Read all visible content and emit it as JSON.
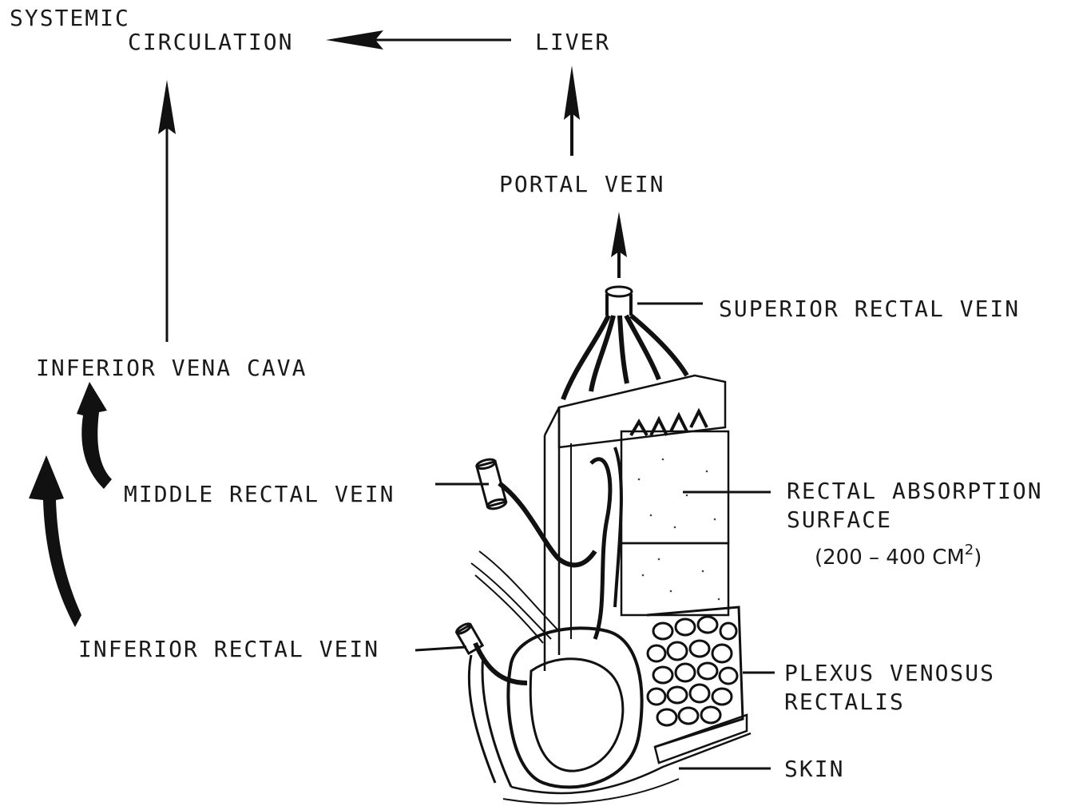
{
  "labels": {
    "systemic": "SYSTEMIC",
    "circulation": "CIRCULATION",
    "liver": "LIVER",
    "portal_vein": "PORTAL VEIN",
    "superior_rectal_vein": "SUPERIOR RECTAL VEIN",
    "inferior_vena_cava": "INFERIOR VENA CAVA",
    "middle_rectal_vein": "MIDDLE RECTAL VEIN",
    "inferior_rectal_vein": "INFERIOR RECTAL VEIN",
    "absorption_line1": "RECTAL ABSORPTION",
    "absorption_line2": "SURFACE",
    "absorption_area": "(200 – 400 CM",
    "absorption_exp": "2",
    "absorption_close": ")",
    "plexus_line1": "PLEXUS VENOSUS",
    "plexus_line2": "RECTALIS",
    "skin": "SKIN"
  },
  "colors": {
    "ink": "#111111",
    "background": "#ffffff"
  }
}
